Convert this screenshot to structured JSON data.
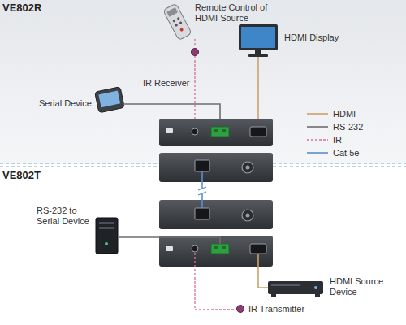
{
  "diagram": {
    "nodes": [
      {
        "text": [
          "VE802R"
        ]
      },
      {
        "text": [
          "Remote Control of HDMI Source"
        ],
        "in": 0
      },
      {
        "text": [
          "HDMI Display"
        ],
        "in": 0
      },
      {
        "text": [
          "IR Receiver"
        ],
        "in": 0
      },
      {
        "text": [
          "Serial Device"
        ],
        "in": 0
      },
      {
        "text": [
          "VE802T"
        ]
      },
      {
        "text": [
          "RS-232 to Serial Device"
        ],
        "in": 5
      },
      {
        "text": [
          "HDMI Source Device"
        ],
        "in": 5
      },
      {
        "text": [
          "IR Transmitter"
        ],
        "in": 5
      }
    ],
    "legend": [
      {
        "text": "HDMI"
      },
      {
        "text": "RS-232"
      },
      {
        "text": "IR"
      },
      {
        "text": "Cat 5e"
      }
    ]
  }
}
